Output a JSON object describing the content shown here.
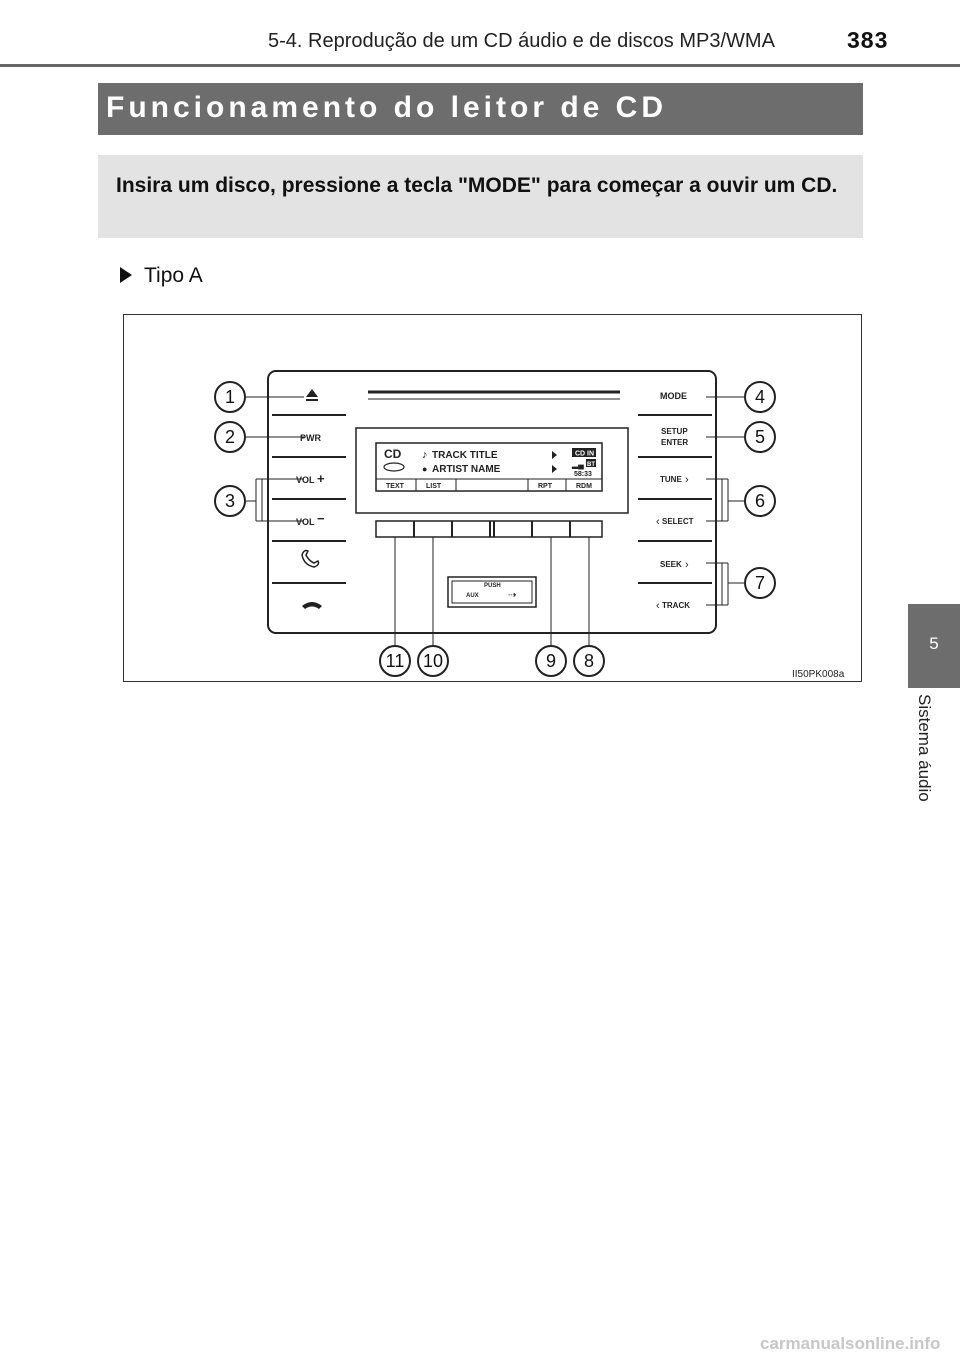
{
  "header": {
    "section_title": "5-4. Reprodução de um CD áudio e de discos MP3/WMA",
    "page_number": "383"
  },
  "section": {
    "title": "Funcionamento do leitor de CD"
  },
  "intro": {
    "text": "Insira um disco, pressione a tecla \"MODE\" para começar a ouvir um CD."
  },
  "subheading": {
    "text": "Tipo A"
  },
  "figure": {
    "code": "II50PK008a",
    "left_buttons": [
      "PWR",
      "VOL",
      "VOL"
    ],
    "right_buttons": [
      "MODE",
      "SETUP",
      "ENTER",
      "TUNE",
      "SELECT",
      "SEEK",
      "TRACK"
    ],
    "display": {
      "source": "CD",
      "track": "TRACK TITLE",
      "artist": "ARTIST NAME",
      "cd_in": "CD IN",
      "bt": "BT",
      "time": "58:33",
      "softkeys": [
        "TEXT",
        "LIST",
        "RPT",
        "RDM"
      ]
    },
    "usb": {
      "push": "PUSH",
      "aux": "AUX"
    },
    "callouts": [
      "1",
      "2",
      "3",
      "4",
      "5",
      "6",
      "7",
      "8",
      "9",
      "10",
      "11"
    ]
  },
  "side_tab": {
    "number": "5",
    "label": "Sistema áudio"
  },
  "footer": {
    "watermark": "carmanualsonline.info"
  }
}
